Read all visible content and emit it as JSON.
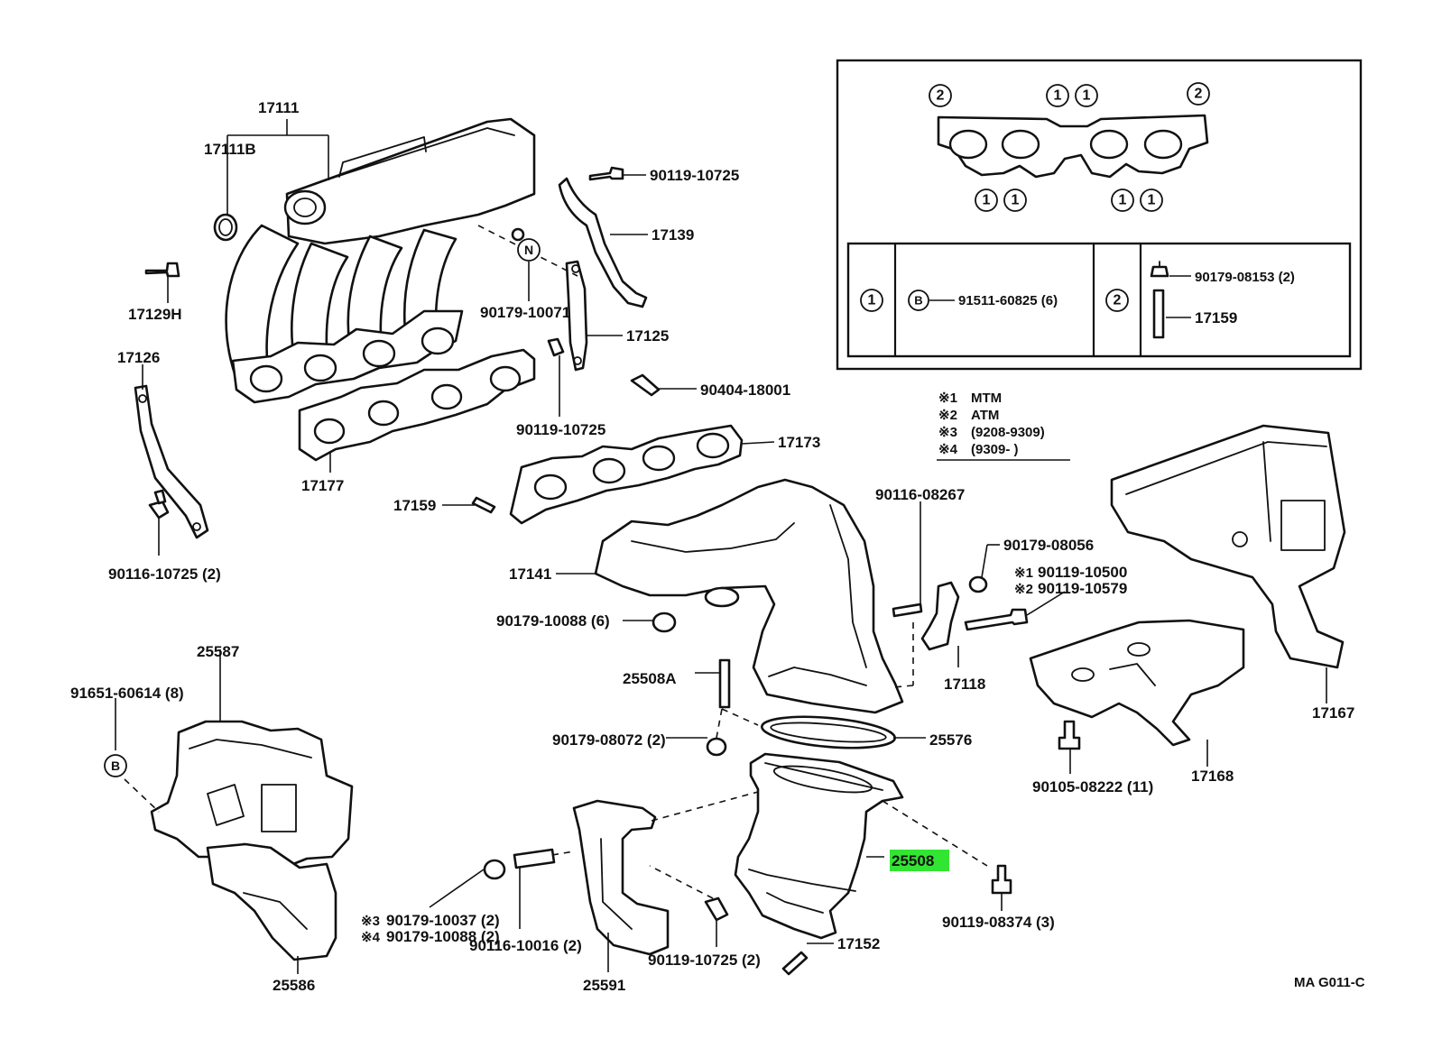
{
  "diagram_id": "MA G011-C",
  "highlight_color": "#33e533",
  "inset": {
    "gasket_markers": [
      "2",
      "1",
      "1",
      "2",
      "1",
      "1",
      "1",
      "1"
    ],
    "table": {
      "row1_marker": "1",
      "row1_ref": "B",
      "row1_part": "91511-60825 (6)",
      "row2_marker": "2",
      "row2_part_a": "90179-08153 (2)",
      "row2_part_b": "17159"
    }
  },
  "legend": {
    "items": [
      {
        "mark": "※1",
        "text": "MTM"
      },
      {
        "mark": "※2",
        "text": "ATM"
      },
      {
        "mark": "※3",
        "text": "(9208-9309)"
      },
      {
        "mark": "※4",
        "text": "(9309-      )"
      }
    ]
  },
  "labels": {
    "p17111": "17111",
    "p17111B": "17111B",
    "p90119_10725_top": "90119-10725",
    "p17139": "17139",
    "pN": "N",
    "p90179_10071": "90179-10071",
    "p17129H": "17129H",
    "p17125": "17125",
    "p17126": "17126",
    "p90404_18001": "90404-18001",
    "p90119_10725_mid": "90119-10725",
    "p17173": "17173",
    "p17177": "17177",
    "p17159": "17159",
    "p90116_08267": "90116-08267",
    "p90116_10725": "90116-10725 (2)",
    "p17141": "17141",
    "p90179_08056": "90179-08056",
    "p90119_10500": "90119-10500",
    "p90119_10579": "90119-10579",
    "p90179_10088_6": "90179-10088 (6)",
    "p17118": "17118",
    "p17167": "17167",
    "p25587": "25587",
    "p91651_60614": "91651-60614 (8)",
    "p25508A": "25508A",
    "pB": "B",
    "p90179_08072": "90179-08072 (2)",
    "p25576": "25576",
    "p90105_08222": "90105-08222 (11)",
    "p17168": "17168",
    "p25508": "25508",
    "p90179_10037": "90179-10037 (2)",
    "p90179_10088_2": "90179-10088 (2)",
    "p90116_10016": "90116-10016 (2)",
    "p90119_08374": "90119-08374 (3)",
    "p17152": "17152",
    "p90119_10725_bot": "90119-10725 (2)",
    "p25586": "25586",
    "p25591": "25591"
  }
}
